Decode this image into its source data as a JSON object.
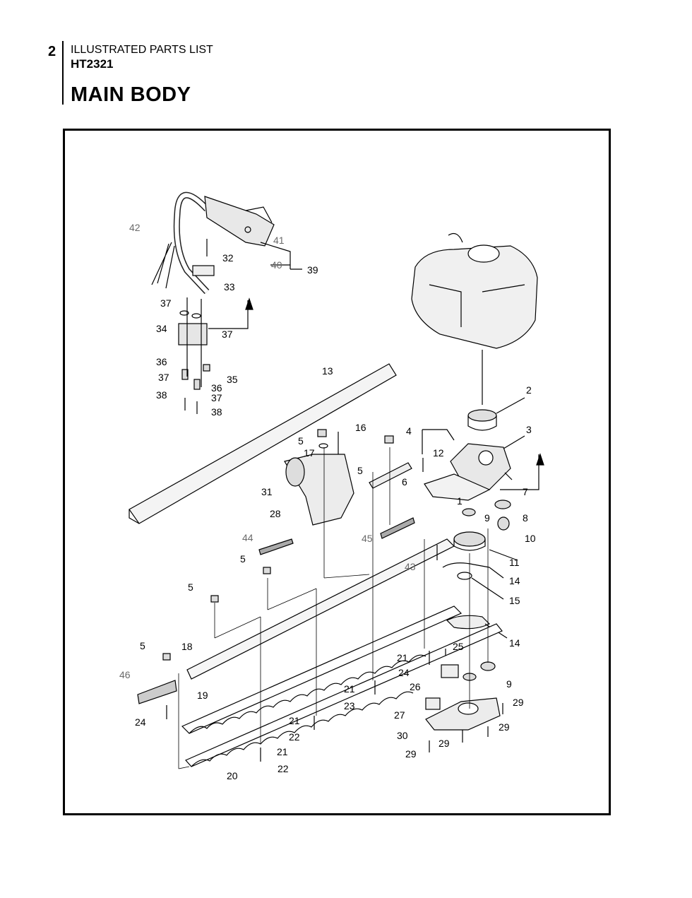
{
  "header": {
    "page_number": "2",
    "document_type": "ILLUSTRATED PARTS LIST",
    "model": "HT2321",
    "section_title": "MAIN BODY"
  },
  "callouts": [
    {
      "id": "c1",
      "text": "1"
    },
    {
      "id": "c2",
      "text": "2"
    },
    {
      "id": "c3",
      "text": "3"
    },
    {
      "id": "c4",
      "text": "4"
    },
    {
      "id": "c5a",
      "text": "5"
    },
    {
      "id": "c5b",
      "text": "5"
    },
    {
      "id": "c5c",
      "text": "5"
    },
    {
      "id": "c5d",
      "text": "5"
    },
    {
      "id": "c5e",
      "text": "5"
    },
    {
      "id": "c6",
      "text": "6"
    },
    {
      "id": "c7",
      "text": "7"
    },
    {
      "id": "c8",
      "text": "8"
    },
    {
      "id": "c9a",
      "text": "9"
    },
    {
      "id": "c9b",
      "text": "9"
    },
    {
      "id": "c10",
      "text": "10"
    },
    {
      "id": "c11",
      "text": "11"
    },
    {
      "id": "c12",
      "text": "12"
    },
    {
      "id": "c13",
      "text": "13"
    },
    {
      "id": "c14a",
      "text": "14"
    },
    {
      "id": "c14b",
      "text": "14"
    },
    {
      "id": "c15",
      "text": "15"
    },
    {
      "id": "c16",
      "text": "16"
    },
    {
      "id": "c17",
      "text": "17"
    },
    {
      "id": "c18",
      "text": "18"
    },
    {
      "id": "c19",
      "text": "19"
    },
    {
      "id": "c20",
      "text": "20"
    },
    {
      "id": "c21a",
      "text": "21"
    },
    {
      "id": "c21b",
      "text": "21"
    },
    {
      "id": "c21c",
      "text": "21"
    },
    {
      "id": "c21d",
      "text": "21"
    },
    {
      "id": "c22a",
      "text": "22"
    },
    {
      "id": "c22b",
      "text": "22"
    },
    {
      "id": "c23",
      "text": "23"
    },
    {
      "id": "c24a",
      "text": "24"
    },
    {
      "id": "c24b",
      "text": "24"
    },
    {
      "id": "c25",
      "text": "25"
    },
    {
      "id": "c26",
      "text": "26"
    },
    {
      "id": "c27",
      "text": "27"
    },
    {
      "id": "c28",
      "text": "28"
    },
    {
      "id": "c29a",
      "text": "29"
    },
    {
      "id": "c29b",
      "text": "29"
    },
    {
      "id": "c29c",
      "text": "29"
    },
    {
      "id": "c29d",
      "text": "29"
    },
    {
      "id": "c30",
      "text": "30"
    },
    {
      "id": "c31",
      "text": "31"
    },
    {
      "id": "c32",
      "text": "32"
    },
    {
      "id": "c33",
      "text": "33"
    },
    {
      "id": "c34",
      "text": "34"
    },
    {
      "id": "c35",
      "text": "35"
    },
    {
      "id": "c36a",
      "text": "36"
    },
    {
      "id": "c36b",
      "text": "36"
    },
    {
      "id": "c37a",
      "text": "37"
    },
    {
      "id": "c37b",
      "text": "37"
    },
    {
      "id": "c37c",
      "text": "37"
    },
    {
      "id": "c37d",
      "text": "37"
    },
    {
      "id": "c38a",
      "text": "38"
    },
    {
      "id": "c38b",
      "text": "38"
    },
    {
      "id": "c39",
      "text": "39"
    },
    {
      "id": "c40",
      "text": "40"
    },
    {
      "id": "c41",
      "text": "41"
    },
    {
      "id": "c42",
      "text": "42"
    },
    {
      "id": "c43",
      "text": "43"
    },
    {
      "id": "c44",
      "text": "44"
    },
    {
      "id": "c45",
      "text": "45"
    },
    {
      "id": "c46",
      "text": "46"
    }
  ]
}
